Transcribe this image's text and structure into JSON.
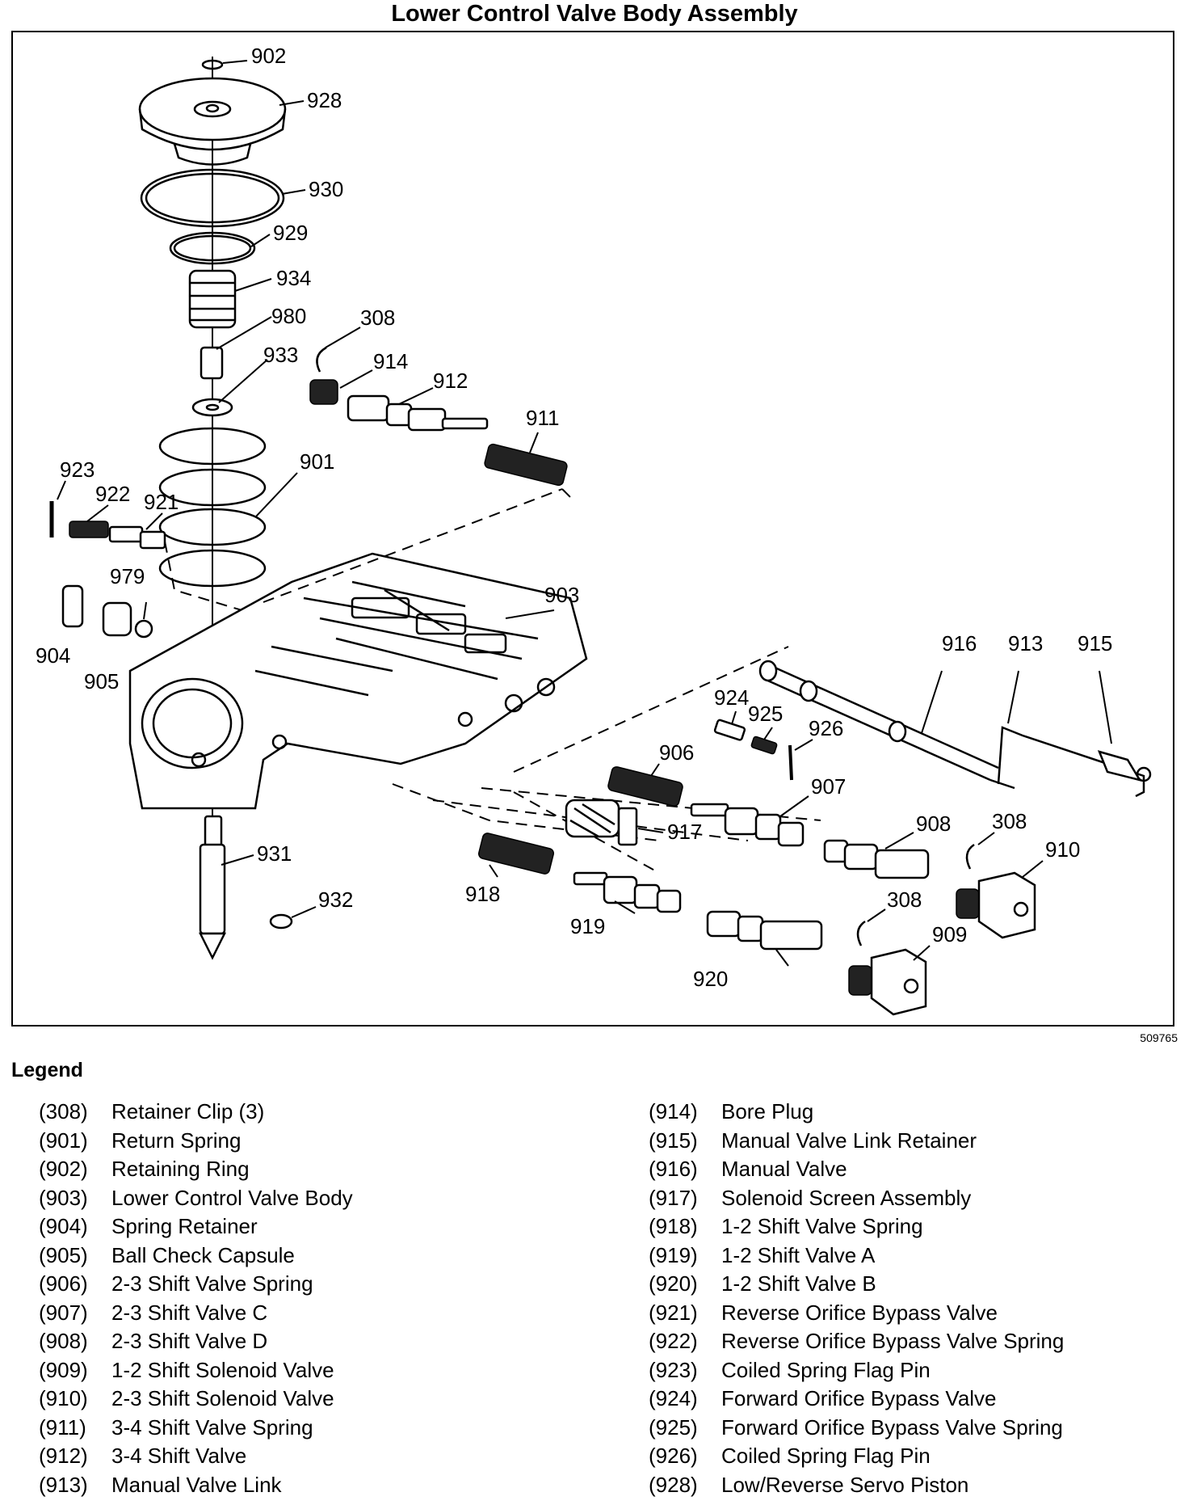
{
  "title": "Lower Control Valve Body Assembly",
  "figure_id": "509765",
  "legend_title": "Legend",
  "callouts": {
    "c902": "902",
    "c928": "928",
    "c930": "930",
    "c929": "929",
    "c934": "934",
    "c980": "980",
    "c308a": "308",
    "c933": "933",
    "c914": "914",
    "c912": "912",
    "c911": "911",
    "c923": "923",
    "c922": "922",
    "c921": "921",
    "c901": "901",
    "c979": "979",
    "c903": "903",
    "c904": "904",
    "c905": "905",
    "c916": "916",
    "c913": "913",
    "c915": "915",
    "c924": "924",
    "c925": "925",
    "c926": "926",
    "c906": "906",
    "c907": "907",
    "c917": "917",
    "c908": "908",
    "c308b": "308",
    "c910": "910",
    "c931": "931",
    "c932": "932",
    "c918": "918",
    "c919": "919",
    "c308c": "308",
    "c909": "909",
    "c920": "920"
  },
  "legend_left": [
    {
      "num": "(308)",
      "label": "Retainer Clip (3)"
    },
    {
      "num": "(901)",
      "label": "Return Spring"
    },
    {
      "num": "(902)",
      "label": "Retaining Ring"
    },
    {
      "num": "(903)",
      "label": "Lower Control Valve Body"
    },
    {
      "num": "(904)",
      "label": "Spring Retainer"
    },
    {
      "num": "(905)",
      "label": "Ball Check Capsule"
    },
    {
      "num": "(906)",
      "label": "2-3 Shift Valve Spring"
    },
    {
      "num": "(907)",
      "label": "2-3 Shift Valve C"
    },
    {
      "num": "(908)",
      "label": "2-3 Shift Valve D"
    },
    {
      "num": "(909)",
      "label": "1-2 Shift Solenoid Valve"
    },
    {
      "num": "(910)",
      "label": "2-3 Shift Solenoid Valve"
    },
    {
      "num": "(911)",
      "label": "3-4 Shift Valve Spring"
    },
    {
      "num": "(912)",
      "label": "3-4 Shift Valve"
    },
    {
      "num": "(913)",
      "label": "Manual Valve Link"
    }
  ],
  "legend_right": [
    {
      "num": "(914)",
      "label": "Bore Plug"
    },
    {
      "num": "(915)",
      "label": "Manual Valve Link Retainer"
    },
    {
      "num": "(916)",
      "label": "Manual Valve"
    },
    {
      "num": "(917)",
      "label": "Solenoid Screen Assembly"
    },
    {
      "num": "(918)",
      "label": "1-2 Shift Valve Spring"
    },
    {
      "num": "(919)",
      "label": "1-2 Shift Valve A"
    },
    {
      "num": "(920)",
      "label": "1-2 Shift Valve B"
    },
    {
      "num": "(921)",
      "label": "Reverse Orifice Bypass Valve"
    },
    {
      "num": "(922)",
      "label": "Reverse Orifice Bypass Valve Spring"
    },
    {
      "num": "(923)",
      "label": "Coiled Spring Flag Pin"
    },
    {
      "num": "(924)",
      "label": "Forward Orifice Bypass Valve"
    },
    {
      "num": "(925)",
      "label": "Forward Orifice Bypass Valve Spring"
    },
    {
      "num": "(926)",
      "label": "Coiled Spring Flag Pin"
    },
    {
      "num": "(928)",
      "label": "Low/Reverse Servo Piston"
    }
  ]
}
